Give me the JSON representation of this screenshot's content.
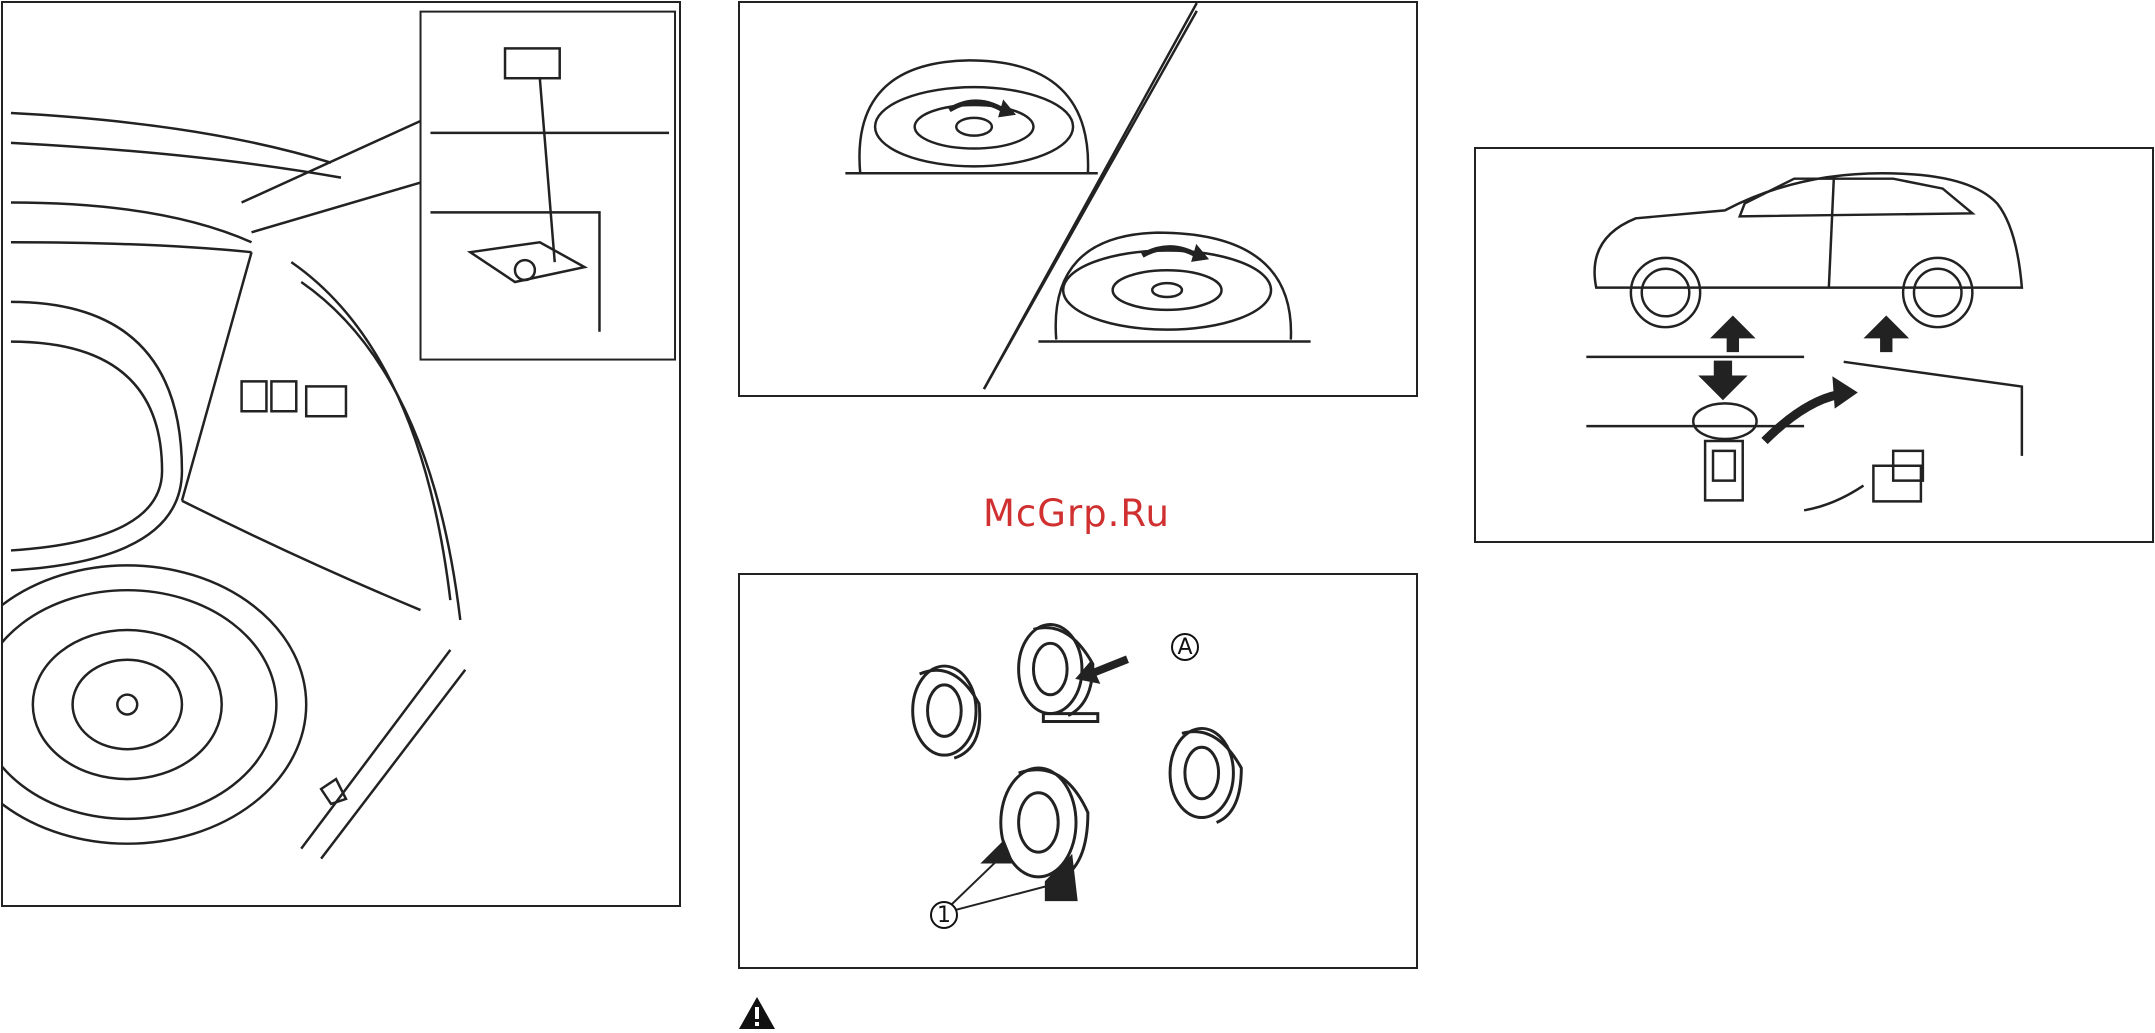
{
  "watermark": "McGrp.Ru",
  "panels": {
    "trunk": {
      "icon": "trunk-floor-hook-illustration"
    },
    "spare": {
      "icon": "spare-tire-removal-illustration"
    },
    "chocks": {
      "icon": "wheel-chocks-illustration",
      "callout_a": "A",
      "callout_1": "1"
    },
    "jack": {
      "icon": "jack-points-illustration"
    }
  },
  "warning": {
    "icon": "warning-triangle-icon"
  },
  "colors": {
    "line": "#222222",
    "watermark": "#d03030"
  }
}
